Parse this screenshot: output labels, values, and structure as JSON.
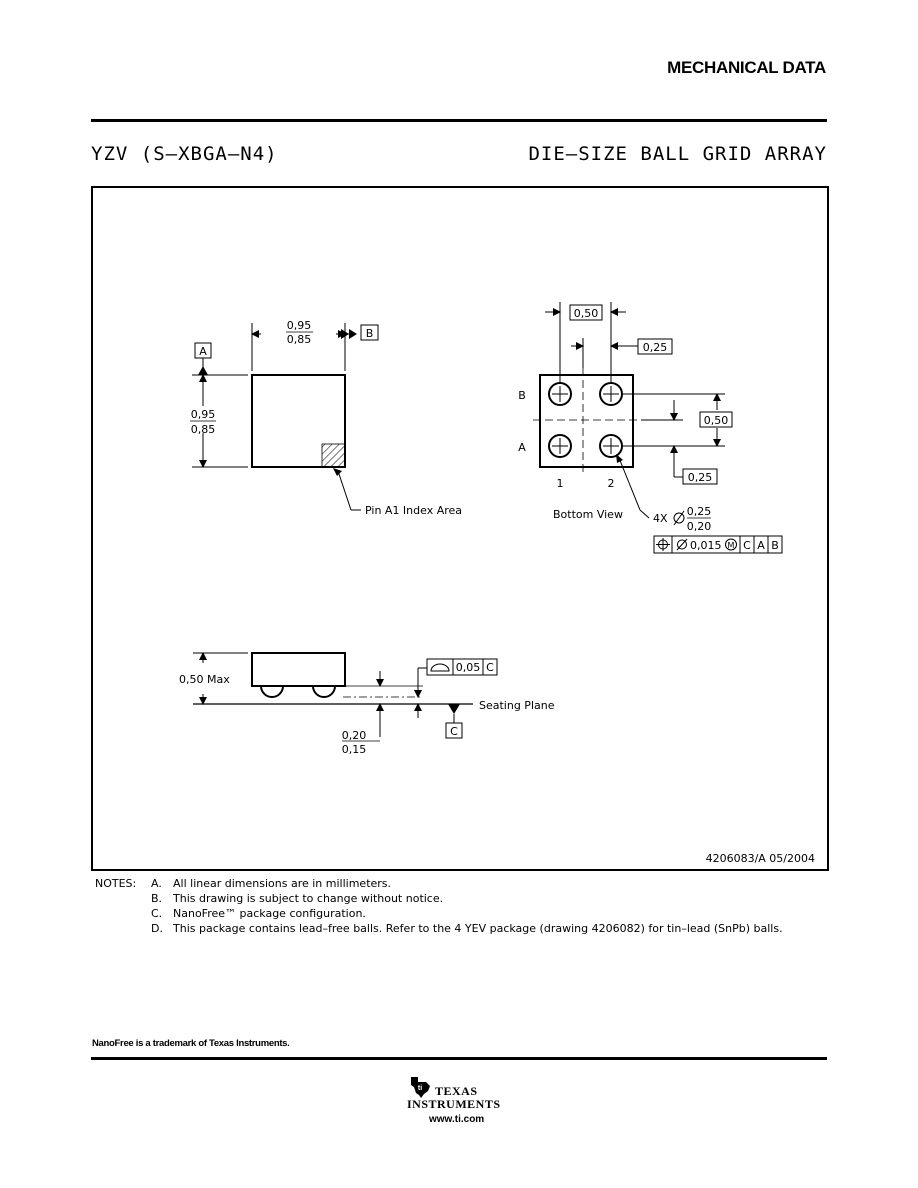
{
  "header": {
    "section_title": "MECHANICAL DATA",
    "package_name": "YZV (S–XBGA–N4)",
    "package_type": "DIE–SIZE BALL GRID ARRAY"
  },
  "drawing": {
    "top_view": {
      "width_max": "0,95",
      "width_min": "0,85",
      "height_max": "0,95",
      "height_min": "0,85",
      "datum_a": "A",
      "datum_b": "B",
      "index_label": "Pin A1 Index Area"
    },
    "bottom_view": {
      "pitch_x": "0,50",
      "offset_x": "0,25",
      "pitch_y": "0,50",
      "offset_y": "0,25",
      "row_b": "B",
      "row_a": "A",
      "col_1": "1",
      "col_2": "2",
      "caption": "Bottom View",
      "ball_count": "4X",
      "ball_dia_max": "0,25",
      "ball_dia_min": "0,20",
      "fcf_tolerance": "0,015",
      "fcf_modifier": "M",
      "fcf_datum_c": "C",
      "fcf_datum_a": "A",
      "fcf_datum_b": "B"
    },
    "side_view": {
      "height_label": "0,50 Max",
      "standoff_max": "0,20",
      "standoff_min": "0,15",
      "coplanarity": "0,05",
      "coplanarity_datum": "C",
      "seating_plane": "Seating Plane",
      "datum_c": "C"
    },
    "drawing_number": "4206083/A  05/2004"
  },
  "notes": {
    "label": "NOTES:",
    "items": [
      {
        "letter": "A.",
        "text": "All linear dimensions are in millimeters."
      },
      {
        "letter": "B.",
        "text": "This drawing is subject to change without notice."
      },
      {
        "letter": "C.",
        "text": "NanoFree™ package configuration."
      },
      {
        "letter": "D.",
        "text": "This package contains lead–free balls.  Refer to the 4 YEV package (drawing 4206082) for tin–lead (SnPb) balls."
      }
    ]
  },
  "footer": {
    "trademark": "NanoFree is a trademark of Texas Instruments.",
    "company_line1": "TEXAS",
    "company_line2": "INSTRUMENTS",
    "url": "www.ti.com",
    "logo_icon": "texas-state-logo-icon"
  }
}
